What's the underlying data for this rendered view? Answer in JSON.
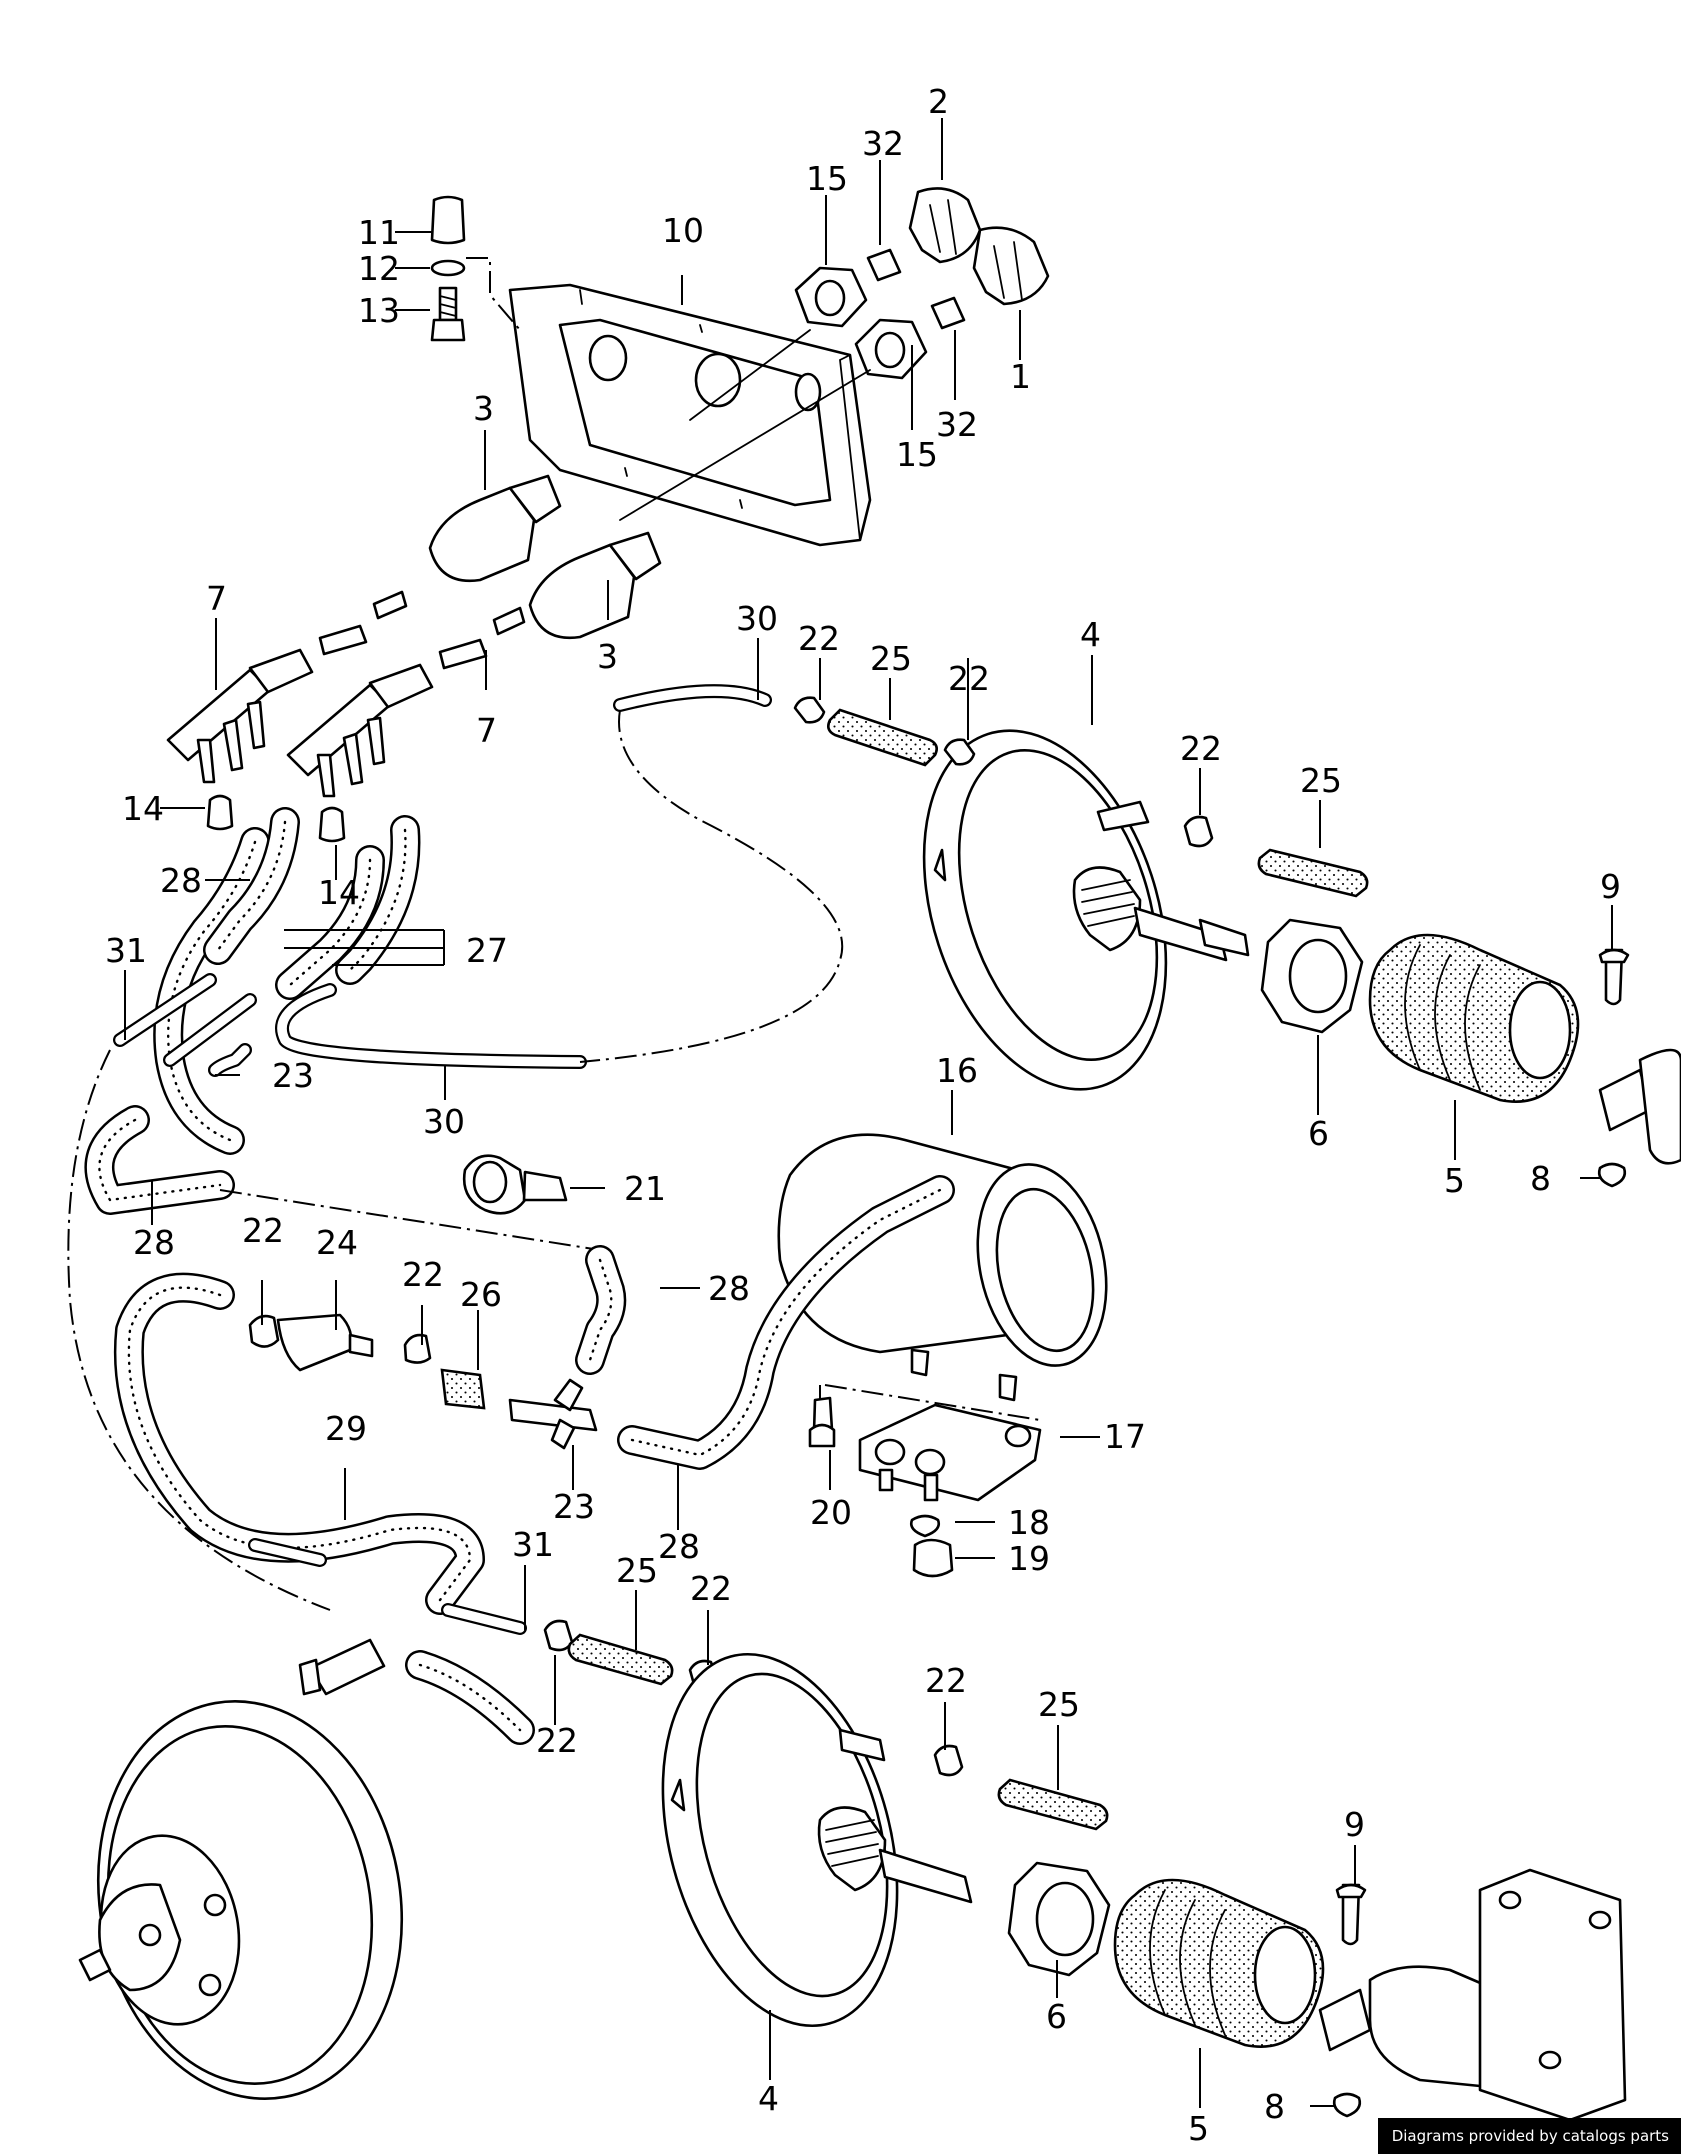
{
  "labels": {
    "l1": "1",
    "l2": "2",
    "l3a": "3",
    "l3b": "3",
    "l4a": "4",
    "l4b": "4",
    "l5a": "5",
    "l5b": "5",
    "l6a": "6",
    "l6b": "6",
    "l7a": "7",
    "l7b": "7",
    "l8a": "8",
    "l8b": "8",
    "l9a": "9",
    "l9b": "9",
    "l10": "10",
    "l11": "11",
    "l12": "12",
    "l13": "13",
    "l14a": "14",
    "l14b": "14",
    "l15a": "15",
    "l15b": "15",
    "l16": "16",
    "l17": "17",
    "l18": "18",
    "l19": "19",
    "l20": "20",
    "l21": "21",
    "l22a": "22",
    "l22b": "22",
    "l22c": "22",
    "l22d": "22",
    "l22e": "22",
    "l22f": "22",
    "l22g": "22",
    "l22h": "22",
    "l23a": "23",
    "l23b": "23",
    "l24": "24",
    "l25a": "25",
    "l25b": "25",
    "l25c": "25",
    "l25d": "25",
    "l26": "26",
    "l27": "27",
    "l28a": "28",
    "l28b": "28",
    "l28c": "28",
    "l28d": "28",
    "l29": "29",
    "l30a": "30",
    "l30b": "30",
    "l31a": "31",
    "l31b": "31",
    "l32a": "32",
    "l32b": "32"
  },
  "credit": "Diagrams provided by catalogs parts"
}
